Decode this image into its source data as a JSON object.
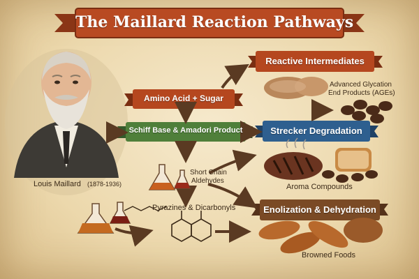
{
  "title": "The Maillard Reaction Pathways",
  "portrait": {
    "caption_name": "Louis Maillard",
    "caption_years": "(1878-1936)"
  },
  "nodes": {
    "amino_sugar": "Amino Acid + Sugar",
    "schiff": "Schiff Base & Amadori Product",
    "short_chain_1": "Short Chain",
    "short_chain_2": "Aldehydes",
    "pyrazines": "Pyrazines & Dicarbonyls",
    "reactive": "Reactive Intermediates",
    "ages_1": "Advanced Glycation",
    "ages_2": "End Products (AGEs)",
    "strecker": "Strecker Degradation",
    "aroma": "Aroma Compounds",
    "enolization": "Enolization & Dehydration",
    "browned": "Browned Foods"
  },
  "colors": {
    "title_banner": "#b84a22",
    "amino_banner": "#b5471f",
    "schiff_banner": "#4f7f3a",
    "reactive_banner": "#b5471f",
    "strecker_banner": "#2e5f8f",
    "enolization_banner": "#7a4a25",
    "arrow": "#5a3a22"
  }
}
